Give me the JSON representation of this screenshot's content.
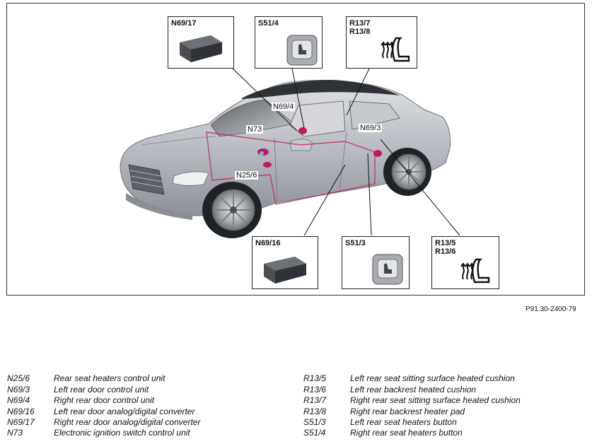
{
  "diagram": {
    "boxes": [
      {
        "id": "n6917",
        "title": "N69/17",
        "icon": "control-module-box-icon"
      },
      {
        "id": "s514",
        "title": "S51/4",
        "icon": "seat-heater-button-icon"
      },
      {
        "id": "r137",
        "title": "R13/7\nR13/8",
        "icon": "heated-seat-icon"
      },
      {
        "id": "n6916",
        "title": "N69/16",
        "icon": "control-module-box-icon"
      },
      {
        "id": "s513",
        "title": "S51/3",
        "icon": "seat-heater-button-icon"
      },
      {
        "id": "r135",
        "title": "R13/5\nR13/6",
        "icon": "heated-seat-icon"
      }
    ],
    "labels": [
      {
        "id": "n694",
        "text": "N69/4"
      },
      {
        "id": "n73",
        "text": "N73"
      },
      {
        "id": "n693",
        "text": "N69/3"
      },
      {
        "id": "n256",
        "text": "N25/6"
      }
    ],
    "figure_id": "P91.30-2400-79",
    "colors": {
      "car_body": "#b9bcc2",
      "highlight": "#c2185b",
      "frame": "#333333"
    }
  },
  "legend": {
    "left": [
      {
        "code": "N25/6",
        "desc": "Rear seat heaters control unit"
      },
      {
        "code": "N69/3",
        "desc": "Left rear door control unit"
      },
      {
        "code": "N69/4",
        "desc": "Right rear door control unit"
      },
      {
        "code": "N69/16",
        "desc": "Left rear door analog/digital converter"
      },
      {
        "code": "N69/17",
        "desc": "Right rear door analog/digital converter"
      },
      {
        "code": "N73",
        "desc": "Electronic ignition switch control unit"
      }
    ],
    "right": [
      {
        "code": "R13/5",
        "desc": "Left rear seat sitting surface heated cushion"
      },
      {
        "code": "R13/6",
        "desc": "Left rear backrest heated cushion"
      },
      {
        "code": "R13/7",
        "desc": "Right rear seat sitting surface heated cushion"
      },
      {
        "code": "R13/8",
        "desc": "Right rear backrest heater pad"
      },
      {
        "code": "S51/3",
        "desc": "Left rear seat heaters button"
      },
      {
        "code": "S51/4",
        "desc": "Right rear seat heaters button"
      }
    ]
  }
}
